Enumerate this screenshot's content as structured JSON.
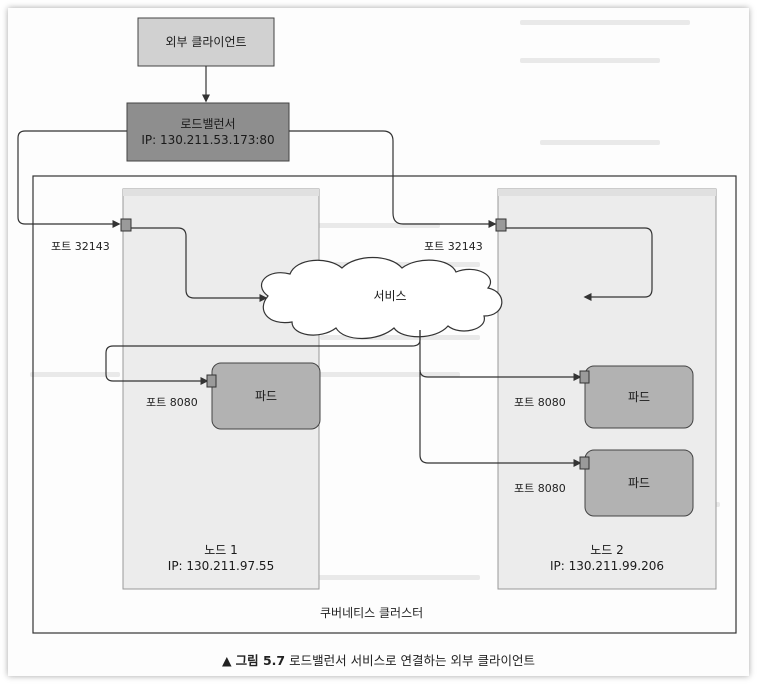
{
  "diagram": {
    "external_client": "외부 클라이언트",
    "load_balancer": {
      "title": "로드밸런서",
      "ip": "IP: 130.211.53.173:80"
    },
    "service": "서비스",
    "cluster": "쿠버네티스 클러스터",
    "nodes": [
      {
        "name": "노드 1",
        "ip": "IP: 130.211.97.55",
        "node_port": "포트 32143",
        "pods": [
          {
            "label": "파드",
            "port": "포트 8080"
          }
        ]
      },
      {
        "name": "노드 2",
        "ip": "IP: 130.211.99.206",
        "node_port": "포트 32143",
        "pods": [
          {
            "label": "파드",
            "port": "포트 8080"
          },
          {
            "label": "파드",
            "port": "포트 8080"
          }
        ]
      }
    ],
    "colors": {
      "external_client_fill": "#d1d1d1",
      "load_balancer_fill": "#8e8e8e",
      "node_fill": "#ececec",
      "pod_fill": "#b2b2b2",
      "port_fill": "#9a9a9a",
      "line": "#333333"
    }
  },
  "caption": {
    "marker": "▲",
    "figure": "그림 5.7",
    "text": "로드밸런서 서비스로 연결하는 외부 클라이언트"
  }
}
